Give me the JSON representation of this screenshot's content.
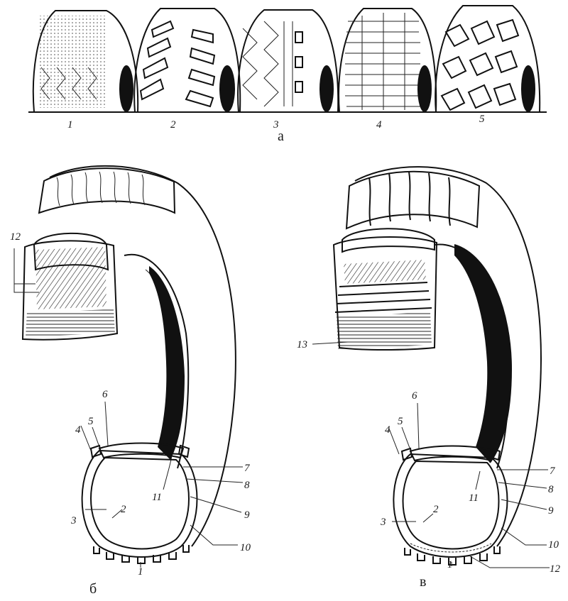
{
  "panel_a": {
    "caption": "а",
    "tread_labels": [
      "1",
      "2",
      "3",
      "4",
      "5"
    ]
  },
  "panel_b": {
    "caption": "б",
    "labels": [
      "12",
      "6",
      "5",
      "4",
      "7",
      "8",
      "11",
      "3",
      "2",
      "9",
      "10",
      "1"
    ]
  },
  "panel_v": {
    "caption": "в",
    "labels": [
      "13",
      "6",
      "5",
      "4",
      "7",
      "8",
      "11",
      "3",
      "2",
      "9",
      "10",
      "1",
      "12"
    ]
  }
}
